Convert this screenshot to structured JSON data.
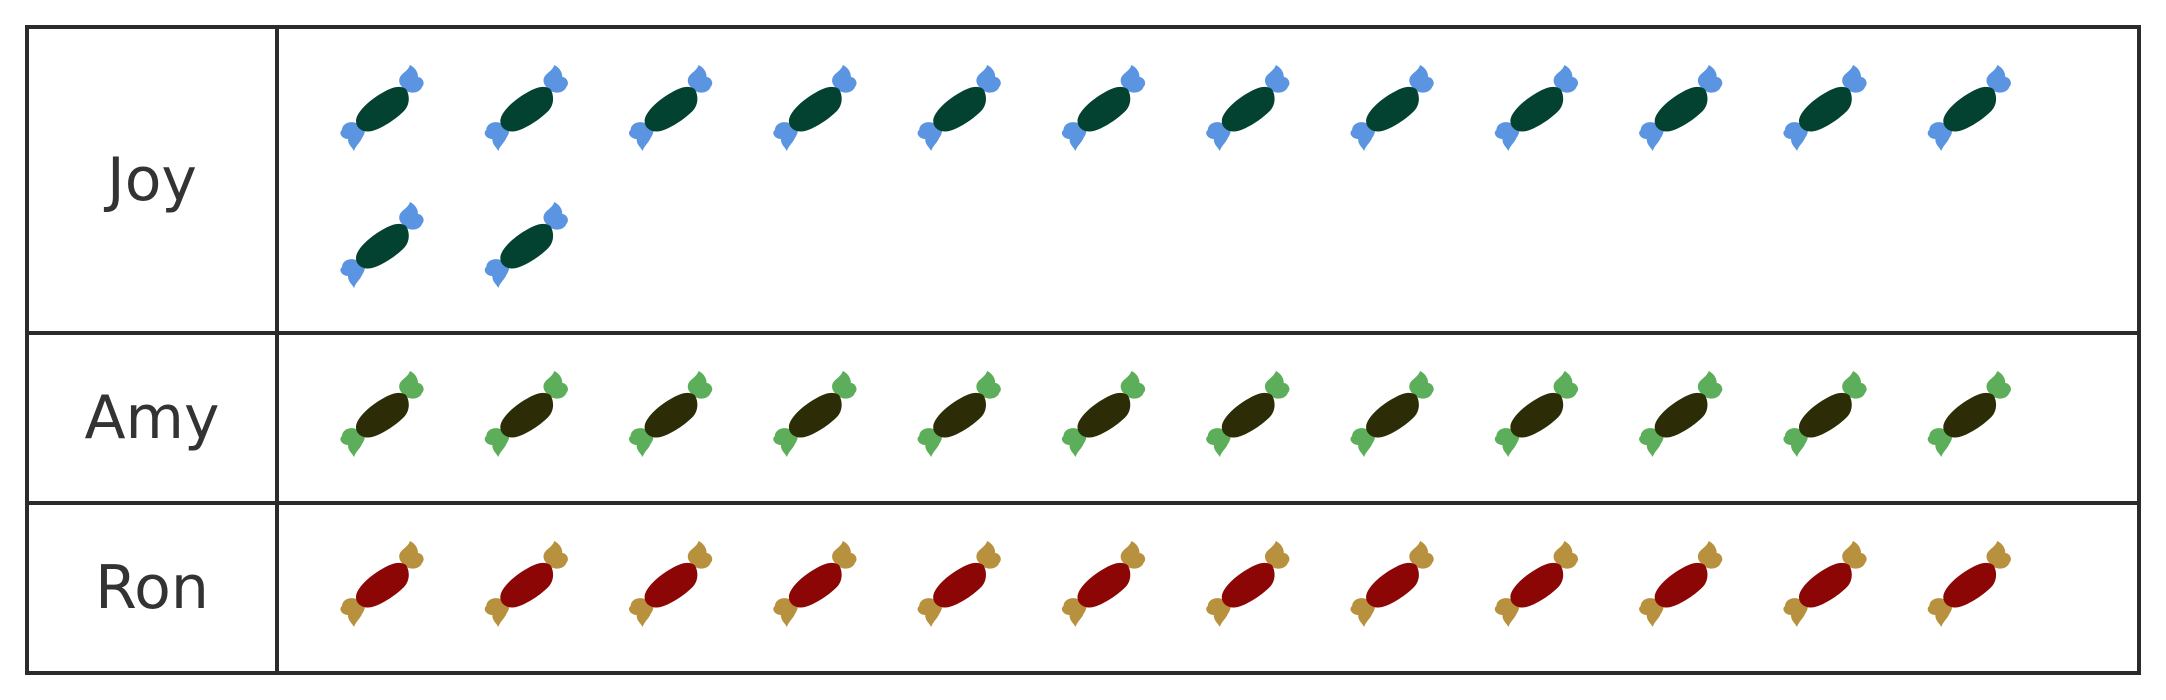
{
  "chart_data": {
    "type": "table",
    "rows": [
      {
        "name": "Joy",
        "count": 14,
        "wrapper_color": "#5b94e0",
        "body_color": "#034230"
      },
      {
        "name": "Amy",
        "count": 12,
        "wrapper_color": "#5dae5a",
        "body_color": "#2c2d07"
      },
      {
        "name": "Ron",
        "count": 12,
        "wrapper_color": "#b8913e",
        "body_color": "#8b0605"
      }
    ],
    "icon": "candy-icon",
    "border_color": "#2b2b2b"
  }
}
